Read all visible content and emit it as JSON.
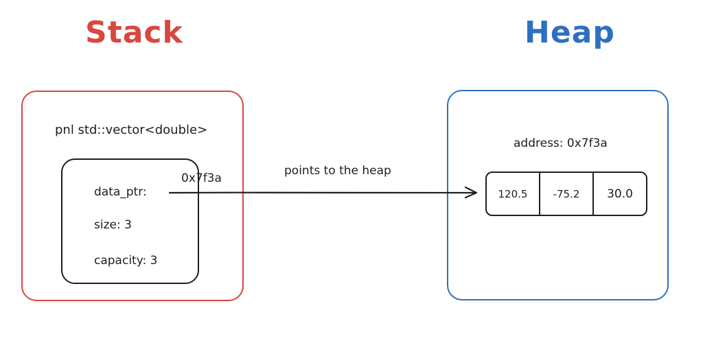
{
  "stack": {
    "title": "Stack",
    "vector_type": "pnl std::vector<double>",
    "data_ptr_label": "data_ptr:",
    "data_ptr_value": "0x7f3a",
    "size_label": "size: 3",
    "capacity_label": "capacity: 3"
  },
  "heap": {
    "title": "Heap",
    "address_label": "address: 0x7f3a",
    "values": [
      "120.5",
      "-75.2",
      "30.0"
    ]
  },
  "arrow": {
    "label": "points to the heap"
  },
  "colors": {
    "stack": "#d9473f",
    "heap": "#2f6fc2",
    "ink": "#1e1e1e"
  }
}
